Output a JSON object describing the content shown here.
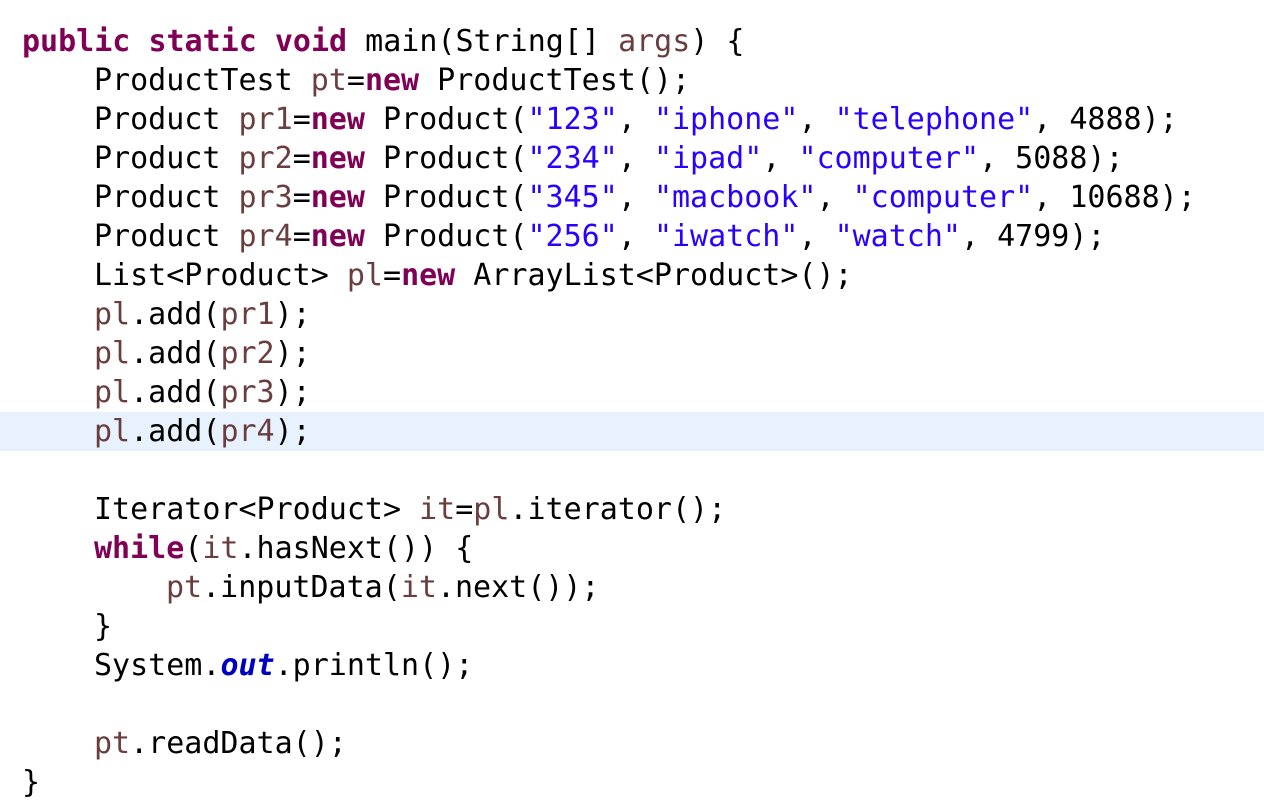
{
  "editor": {
    "current_line_index": 10,
    "colors": {
      "keyword": "#7f0055",
      "local_variable": "#6a3e3e",
      "string_literal": "#2a00ff",
      "static_field": "#0000c0",
      "default_text": "#000000",
      "current_line_highlight": "#e8f2fe"
    },
    "lines": [
      {
        "indent": 0,
        "tokens": [
          {
            "t": "public",
            "k": "kw"
          },
          {
            "t": " "
          },
          {
            "t": "static",
            "k": "kw"
          },
          {
            "t": " "
          },
          {
            "t": "void",
            "k": "kw"
          },
          {
            "t": " main(String[] "
          },
          {
            "t": "args",
            "k": "var"
          },
          {
            "t": ") {"
          }
        ]
      },
      {
        "indent": 1,
        "tokens": [
          {
            "t": "ProductTest "
          },
          {
            "t": "pt",
            "k": "var"
          },
          {
            "t": "="
          },
          {
            "t": "new",
            "k": "kw"
          },
          {
            "t": " ProductTest();"
          }
        ]
      },
      {
        "indent": 1,
        "tokens": [
          {
            "t": "Product "
          },
          {
            "t": "pr1",
            "k": "var"
          },
          {
            "t": "="
          },
          {
            "t": "new",
            "k": "kw"
          },
          {
            "t": " Product("
          },
          {
            "t": "\"123\"",
            "k": "str"
          },
          {
            "t": ", "
          },
          {
            "t": "\"iphone\"",
            "k": "str"
          },
          {
            "t": ", "
          },
          {
            "t": "\"telephone\"",
            "k": "str"
          },
          {
            "t": ", 4888);"
          }
        ]
      },
      {
        "indent": 1,
        "tokens": [
          {
            "t": "Product "
          },
          {
            "t": "pr2",
            "k": "var"
          },
          {
            "t": "="
          },
          {
            "t": "new",
            "k": "kw"
          },
          {
            "t": " Product("
          },
          {
            "t": "\"234\"",
            "k": "str"
          },
          {
            "t": ", "
          },
          {
            "t": "\"ipad\"",
            "k": "str"
          },
          {
            "t": ", "
          },
          {
            "t": "\"computer\"",
            "k": "str"
          },
          {
            "t": ", 5088);"
          }
        ]
      },
      {
        "indent": 1,
        "tokens": [
          {
            "t": "Product "
          },
          {
            "t": "pr3",
            "k": "var"
          },
          {
            "t": "="
          },
          {
            "t": "new",
            "k": "kw"
          },
          {
            "t": " Product("
          },
          {
            "t": "\"345\"",
            "k": "str"
          },
          {
            "t": ", "
          },
          {
            "t": "\"macbook\"",
            "k": "str"
          },
          {
            "t": ", "
          },
          {
            "t": "\"computer\"",
            "k": "str"
          },
          {
            "t": ", 10688);"
          }
        ]
      },
      {
        "indent": 1,
        "tokens": [
          {
            "t": "Product "
          },
          {
            "t": "pr4",
            "k": "var"
          },
          {
            "t": "="
          },
          {
            "t": "new",
            "k": "kw"
          },
          {
            "t": " Product("
          },
          {
            "t": "\"256\"",
            "k": "str"
          },
          {
            "t": ", "
          },
          {
            "t": "\"iwatch\"",
            "k": "str"
          },
          {
            "t": ", "
          },
          {
            "t": "\"watch\"",
            "k": "str"
          },
          {
            "t": ", 4799);"
          }
        ]
      },
      {
        "indent": 1,
        "tokens": [
          {
            "t": "List<Product> "
          },
          {
            "t": "pl",
            "k": "var"
          },
          {
            "t": "="
          },
          {
            "t": "new",
            "k": "kw"
          },
          {
            "t": " ArrayList<Product>();"
          }
        ]
      },
      {
        "indent": 1,
        "tokens": [
          {
            "t": "pl",
            "k": "var"
          },
          {
            "t": ".add("
          },
          {
            "t": "pr1",
            "k": "var"
          },
          {
            "t": ");"
          }
        ]
      },
      {
        "indent": 1,
        "tokens": [
          {
            "t": "pl",
            "k": "var"
          },
          {
            "t": ".add("
          },
          {
            "t": "pr2",
            "k": "var"
          },
          {
            "t": ");"
          }
        ]
      },
      {
        "indent": 1,
        "tokens": [
          {
            "t": "pl",
            "k": "var"
          },
          {
            "t": ".add("
          },
          {
            "t": "pr3",
            "k": "var"
          },
          {
            "t": ");"
          }
        ]
      },
      {
        "indent": 1,
        "tokens": [
          {
            "t": "pl",
            "k": "var"
          },
          {
            "t": ".add("
          },
          {
            "t": "pr4",
            "k": "var"
          },
          {
            "t": ");"
          }
        ]
      },
      {
        "indent": 0,
        "tokens": []
      },
      {
        "indent": 1,
        "tokens": [
          {
            "t": "Iterator<Product> "
          },
          {
            "t": "it",
            "k": "var"
          },
          {
            "t": "="
          },
          {
            "t": "pl",
            "k": "var"
          },
          {
            "t": ".iterator();"
          }
        ]
      },
      {
        "indent": 1,
        "tokens": [
          {
            "t": "while",
            "k": "kw"
          },
          {
            "t": "("
          },
          {
            "t": "it",
            "k": "var"
          },
          {
            "t": ".hasNext()) {"
          }
        ]
      },
      {
        "indent": 2,
        "tokens": [
          {
            "t": "pt",
            "k": "var"
          },
          {
            "t": ".inputData("
          },
          {
            "t": "it",
            "k": "var"
          },
          {
            "t": ".next());"
          }
        ]
      },
      {
        "indent": 1,
        "tokens": [
          {
            "t": "}"
          }
        ]
      },
      {
        "indent": 1,
        "tokens": [
          {
            "t": "System."
          },
          {
            "t": "out",
            "k": "fld"
          },
          {
            "t": ".println();"
          }
        ]
      },
      {
        "indent": 0,
        "tokens": []
      },
      {
        "indent": 1,
        "tokens": [
          {
            "t": "pt",
            "k": "var"
          },
          {
            "t": ".readData();"
          }
        ]
      },
      {
        "indent": 0,
        "tokens": [
          {
            "t": "}"
          }
        ]
      }
    ]
  }
}
